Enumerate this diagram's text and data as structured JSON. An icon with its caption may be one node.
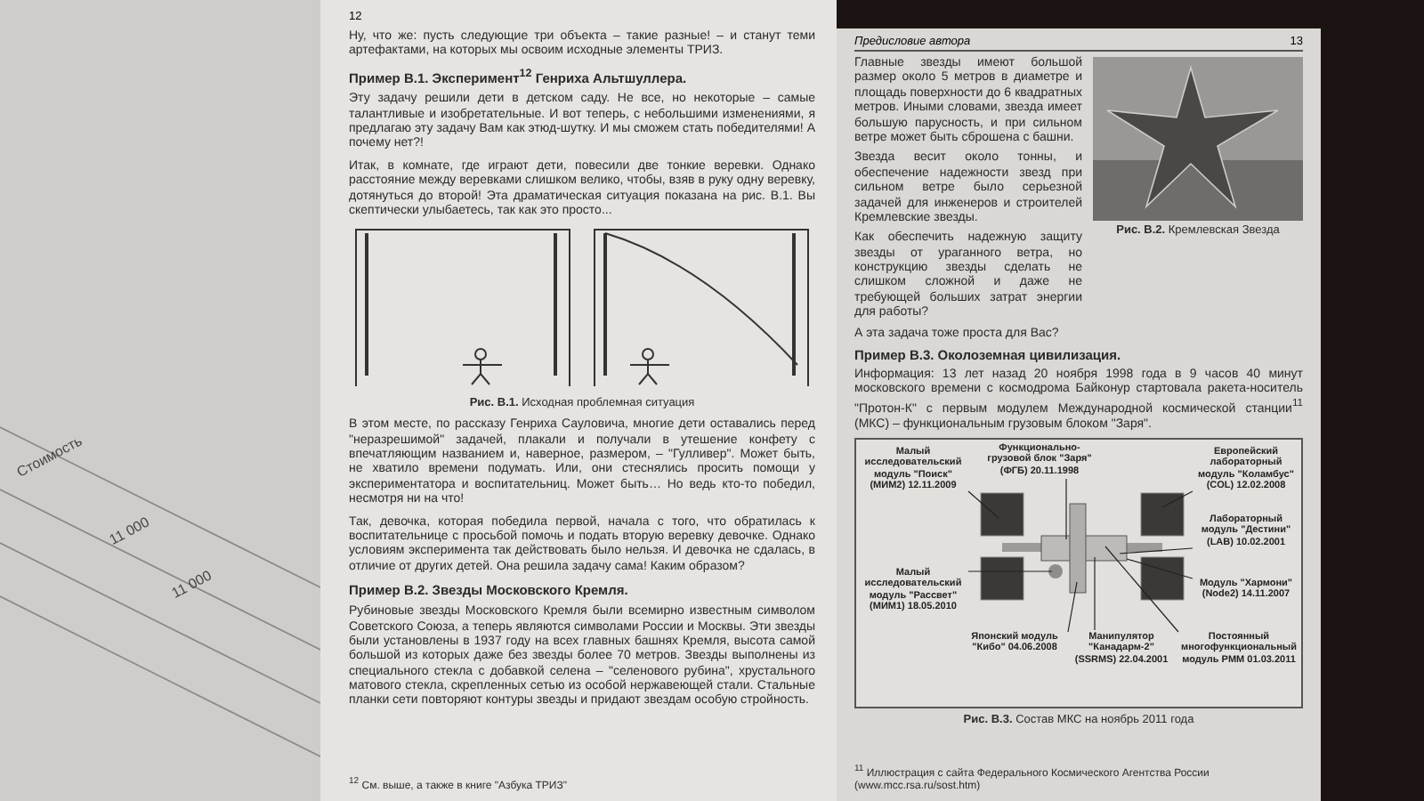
{
  "diagram": {
    "nodes": [
      {
        "text": [
          "Малый исследовательский модуль \"Поиск\" (МИМ2) 12.11.2009"
        ]
      },
      {
        "text": [
          "Функционально-грузовой блок \"Заря\" (ФГБ) 20.11.1998"
        ]
      },
      {
        "text": [
          "Европейский лабораторный модуль \"Коламбус\" (COL) 12.02.2008"
        ]
      },
      {
        "text": [
          "Лабораторный модуль \"Дестини\" (LAB) 10.02.2001"
        ]
      },
      {
        "text": [
          "Малый исследовательский модуль \"Рассвет\" (МИМ1) 18.05.2010"
        ]
      },
      {
        "text": [
          "Модуль \"Хармони\" (Node2) 14.11.2007"
        ]
      },
      {
        "text": [
          "Японский модуль \"Кибо\" 04.06.2008"
        ]
      },
      {
        "text": [
          "Манипулятор \"Канадарм-2\" (SSRMS) 22.04.2001"
        ]
      },
      {
        "text": [
          "Постоянный многофункциональный модуль PMM 01.03.2011"
        ]
      }
    ],
    "edges": [
      {
        "from": 0,
        "to": null,
        "arrow": "none"
      },
      {
        "from": 1,
        "to": null,
        "arrow": "none"
      },
      {
        "from": 2,
        "to": null,
        "arrow": "none"
      },
      {
        "from": 3,
        "to": null,
        "arrow": "none"
      },
      {
        "from": 4,
        "to": null,
        "arrow": "none"
      },
      {
        "from": 5,
        "to": null,
        "arrow": "none"
      },
      {
        "from": 6,
        "to": null,
        "arrow": "none"
      },
      {
        "from": 7,
        "to": null,
        "arrow": "none"
      },
      {
        "from": 8,
        "to": null,
        "arrow": "none"
      }
    ],
    "labels": [
      "12",
      "Ну, что же: пусть следующие три объекта – такие разные! – и станут теми артефактами, на которых мы освоим исходные элементы ТРИЗ.",
      "Пример В.1. Эксперимент$^{12}$ Генриха Альтшуллера.",
      "Эту задачу решили дети в детском саду. Не все, но некоторые – самые талантливые и изобретательные. И вот теперь, с небольшими изменениями, я предлагаю эту задачу Вам как этюд-шутку. И мы сможем стать победителями! А почему нет?!",
      "Итак, в комнате, где играют дети, повесили две тонкие веревки. Однако расстояние между веревками слишком велико, чтобы, взяв в руку одну веревку, дотянуться до второй! Эта драматическая ситуация показана на рис. В.1. Вы скептически улыбаетесь, так как это просто...",
      "**Рис. В.1.** Исходная проблемная ситуация",
      "В этом месте, по рассказу Генриха Сауловича, многие дети оставались перед \"неразрешимой\" задачей, плакали и получали в утешение конфету с впечатляющим названием и, наверное, размером, – \"Гулливер\". Может быть, не хватило времени подумать. Или, они стеснялись просить помощи у экспериментатора и воспитательниц. Может быть… Но ведь кто-то победил, несмотря ни на что!",
      "Так, девочка, которая победила первой, начала с того, что обратилась к воспитательнице с просьбой помочь и подать вторую веревку девочке. Однако условиям эксперимента так действовать было нельзя. И девочка не сдалась, в отличие от других детей. Она решила задачу сама! Каким образом?",
      "Пример В.2. Звезды Московского Кремля.",
      "Рубиновые звезды Московского Кремля были всемирно известным символом Советского Союза, а теперь являются символами России и Москвы. Эти звезды были установлены в 1937 году на всех главных башнях Кремля, высота самой большой из которых даже без звезды более 70 метров. Звезды выполнены из специального стекла с добавкой селена – \"селенового рубина\", хрустального матового стекла, скрепленных сетью из особой нержавеющей стали. Стальные планки сети повторяют контуры звезды и придают звездам особую стройность.",
      "$^{12}$ См. выше, а также в книге \"Азбука ТРИЗ\"",
      "13",
      "Предисловие автора",
      "Главные звезды имеют большой размер около 5 метров в диаметре и площадь поверхности до 6 квадратных метров. Иными словами, звезда имеет большую парусность, и при сильном ветре может быть сброшена с башни.",
      "Звезда весит около тонны, и обеспечение надежности звезд при сильном ветре было серьезной задачей для инженеров и строителей Кремлевские звезды.",
      "Как обеспечить надежную защиту звезды от ураганного ветра, но конструкцию звезды сделать не слишком сложной и даже не требующей больших затрат энергии для работы?",
      "А эта задача тоже проста для Вас?",
      "**Рис. В.2.** Кремлевская Звезда",
      "Пример В.3. Околоземная цивилизация.",
      "Информация: 13 лет назад 20 ноября 1998 года в 9 часов 40 минут московского времени с космодрома Байконур стартовала ракета-носитель \"Протон-К\" с первым модулем Международной космической станции$^{11}$ (МКС) – функциональным грузовым блоком \"Заря\".",
      "**Рис. В.3.** Состав МКС на ноябрь 2011 года",
      "$^{11}$ Иллюстрация с сайта Федерального Космического Агентства России (www.mcc.rsa.ru/sost.htm)",
      "Стоимость",
      "11 000",
      "11 000"
    ]
  }
}
